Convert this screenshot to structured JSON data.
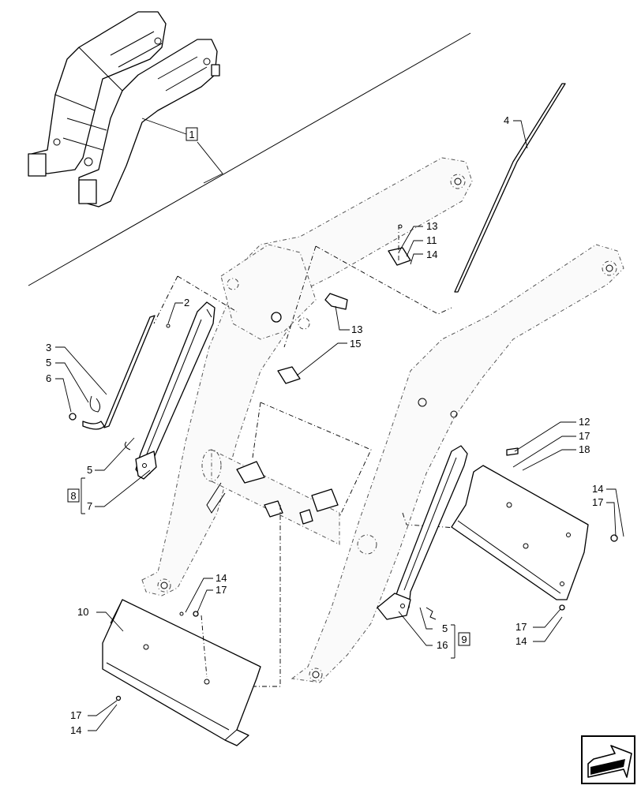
{
  "callouts": {
    "c1": "1",
    "c2": "2",
    "c3": "3",
    "c4": "4",
    "c5a": "5",
    "c6": "6",
    "c8": "8",
    "c5b": "5",
    "c7": "7",
    "c13a": "13",
    "c11": "11",
    "c14a": "14",
    "c13b": "13",
    "c15": "15",
    "c12": "12",
    "c17a": "17",
    "c18": "18",
    "c14b": "14",
    "c17b": "17",
    "c10": "10",
    "c14c": "14",
    "c17c": "17",
    "c17d": "17",
    "c14d": "14",
    "c5c": "5",
    "c9": "9",
    "c16": "16",
    "c17e": "17",
    "c14e": "14"
  },
  "icons": {
    "nav": "next-page-arrow-icon"
  },
  "colors": {
    "line": "#000000",
    "background": "#ffffff",
    "ghost": "#444444"
  }
}
